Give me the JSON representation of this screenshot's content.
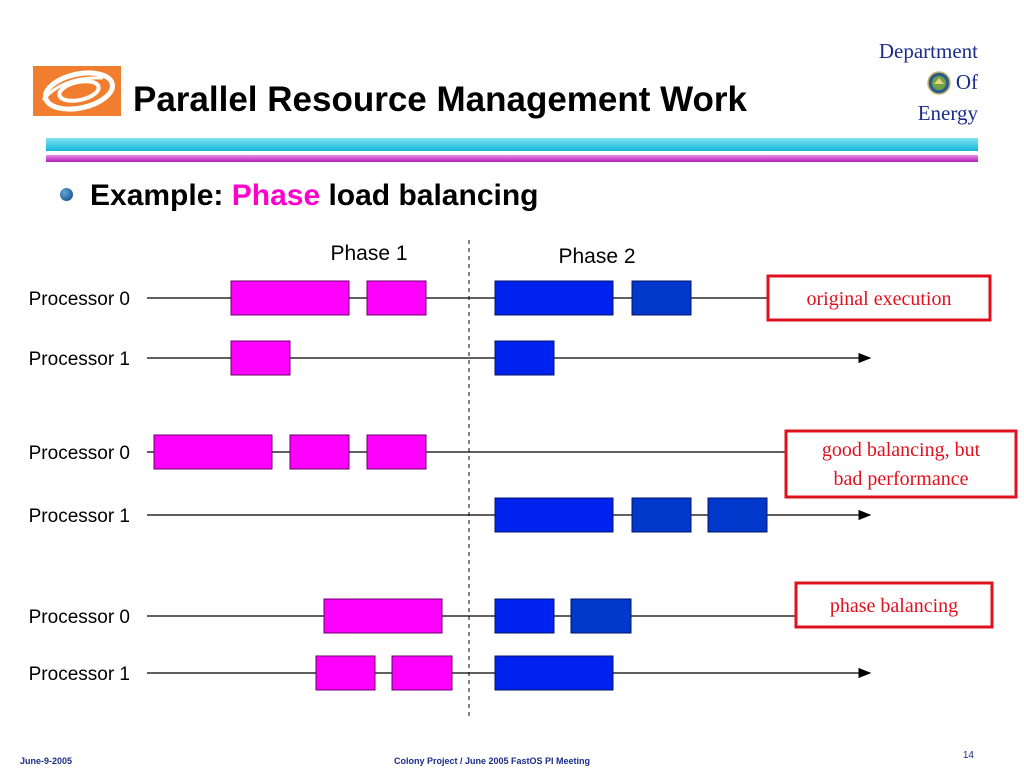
{
  "header": {
    "title": "Parallel Resource Management Work",
    "dept_line1": "Department",
    "dept_line2": "Of",
    "dept_line3": "Energy"
  },
  "bullet": {
    "prefix": "Example: ",
    "highlight": "Phase",
    "suffix": " load balancing"
  },
  "phases": {
    "phase1": "Phase 1",
    "phase2": "Phase 2"
  },
  "scenarios": [
    {
      "label": "original execution",
      "rows": [
        {
          "name": "Processor 0",
          "phase1_tasks": 3,
          "phase2_tasks": 2
        },
        {
          "name": "Processor 1",
          "phase1_tasks": 1,
          "phase2_tasks": 1
        }
      ]
    },
    {
      "label": "good balancing, but bad performance",
      "rows": [
        {
          "name": "Processor 0",
          "phase1_tasks": 4,
          "phase2_tasks": 0
        },
        {
          "name": "Processor 1",
          "phase1_tasks": 0,
          "phase2_tasks": 3
        }
      ]
    },
    {
      "label": "phase balancing",
      "rows": [
        {
          "name": "Processor 0",
          "phase1_tasks": 2,
          "phase2_tasks": 2
        },
        {
          "name": "Processor 1",
          "phase1_tasks": 2,
          "phase2_tasks": 2
        }
      ]
    }
  ],
  "colors": {
    "phase1": "#ff00ff",
    "phase2_a": "#0022ee",
    "phase2_b": "#0038cc",
    "box_border": "#e0111f",
    "box_text": "#e0111f",
    "band_cyan": "#12b6d8",
    "band_magenta": "#b21cb5",
    "dept_text": "#1a2d8a"
  },
  "footer": {
    "date": "June-9-2005",
    "meeting": "Colony Project / June 2005 FastOS PI Meeting",
    "page": "14"
  }
}
